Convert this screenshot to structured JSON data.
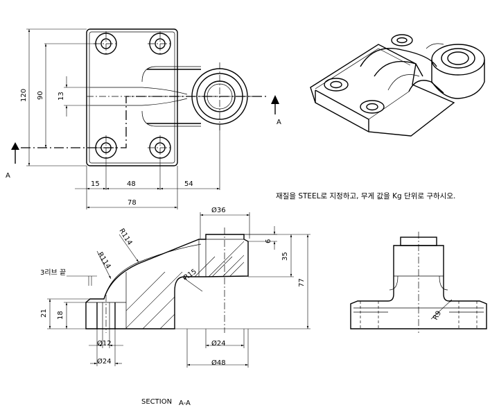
{
  "front_view": {
    "dims": {
      "h120": "120",
      "h90": "90",
      "h13": "13",
      "w15": "15",
      "w48": "48",
      "w54": "54",
      "w78": "78"
    },
    "section_marks": [
      "A",
      "A"
    ]
  },
  "note": "재질을 STEEL로 지정하고, 무게 값을 Kg 단위로 구하시오.",
  "section_view": {
    "dims": {
      "d36": "Ø36",
      "v6": "6",
      "v35": "35",
      "v77": "77",
      "r114a": "R114",
      "r114b": "R114",
      "r15": "R15",
      "rib": "3리브 끝",
      "v21": "21",
      "v18": "18",
      "d12": "Ø12",
      "d24a": "Ø24",
      "d24b": "Ø24",
      "d48": "Ø48"
    },
    "title": "SECTION",
    "title_sub": "A-A"
  },
  "side_view": {
    "dims": {
      "r9": "R9"
    }
  }
}
